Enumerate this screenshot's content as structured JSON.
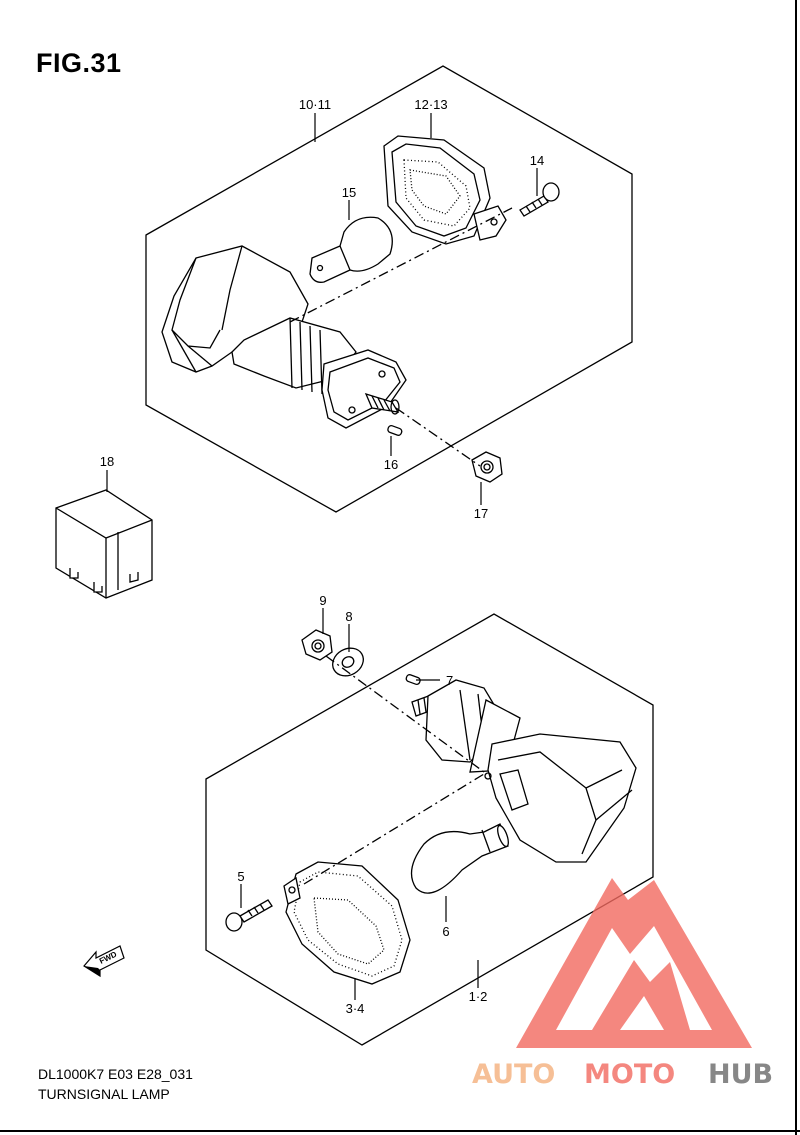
{
  "figure": {
    "title": "FIG.31",
    "model_code": "DL1000K7 E03 E28_031",
    "caption": "TURNSIGNAL LAMP"
  },
  "callouts": {
    "upper_housing": "10·11",
    "upper_lens": "12·13",
    "upper_screw": "14",
    "upper_bulb": "15",
    "upper_spacer": "16",
    "upper_nut": "17",
    "relay": "18",
    "lower_nut": "9",
    "lower_washer": "8",
    "lower_spacer": "7",
    "lower_screw": "5",
    "lower_bulb": "6",
    "lower_lens": "3·4",
    "lower_housing": "1·2"
  },
  "fwd_label": "FWD",
  "watermark": {
    "part_auto": "AUTO",
    "part_moto": "MOTO",
    "part_hub": "HUB",
    "color_primary": "#f0605a",
    "color_secondary": "#f4b07c",
    "color_dark": "#6a6a6a"
  }
}
